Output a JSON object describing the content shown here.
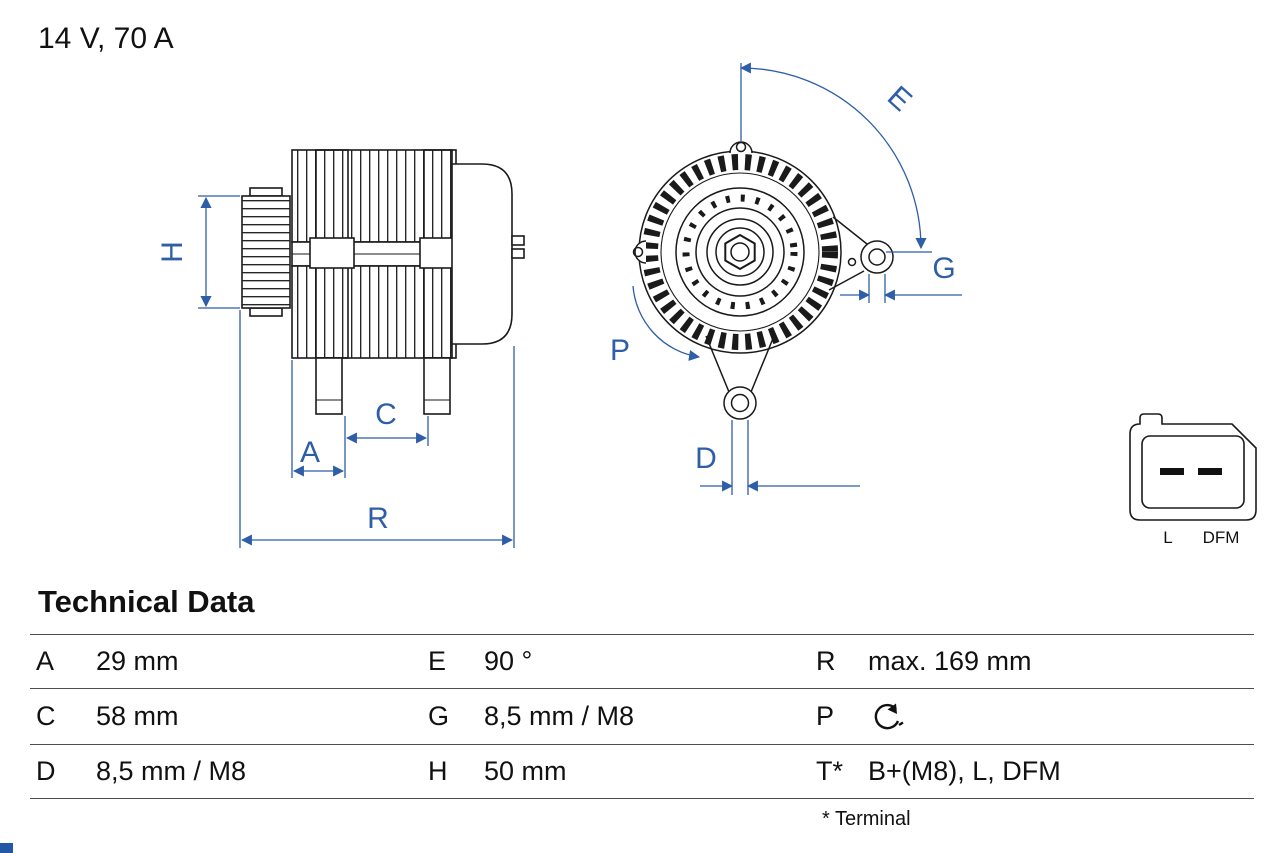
{
  "header": {
    "title": "14 V, 70 A"
  },
  "drawing": {
    "dimension_labels": {
      "H": "H",
      "A": "A",
      "C": "C",
      "R": "R",
      "E": "E",
      "G": "G",
      "P": "P",
      "D": "D"
    },
    "connector_labels": {
      "left": "L",
      "right": "DFM"
    },
    "colors": {
      "dimension_blue": "#2e5ea8",
      "line_dark": "#1a1a1a"
    },
    "icons": {
      "rotation": "counterclockwise-rotation-arrow"
    }
  },
  "technical_data": {
    "title": "Technical Data",
    "rows": [
      {
        "c1": {
          "key": "A",
          "value": "29 mm"
        },
        "c2": {
          "key": "E",
          "value": "90 °"
        },
        "c3": {
          "key": "R",
          "value": "max. 169 mm"
        }
      },
      {
        "c1": {
          "key": "C",
          "value": "58 mm"
        },
        "c2": {
          "key": "G",
          "value": "8,5 mm / M8"
        },
        "c3": {
          "key": "P",
          "value": ""
        }
      },
      {
        "c1": {
          "key": "D",
          "value": "8,5 mm / M8"
        },
        "c2": {
          "key": "H",
          "value": "50 mm"
        },
        "c3": {
          "key": "T*",
          "value": "B+(M8), L, DFM"
        }
      }
    ],
    "footnote": "* Terminal"
  }
}
